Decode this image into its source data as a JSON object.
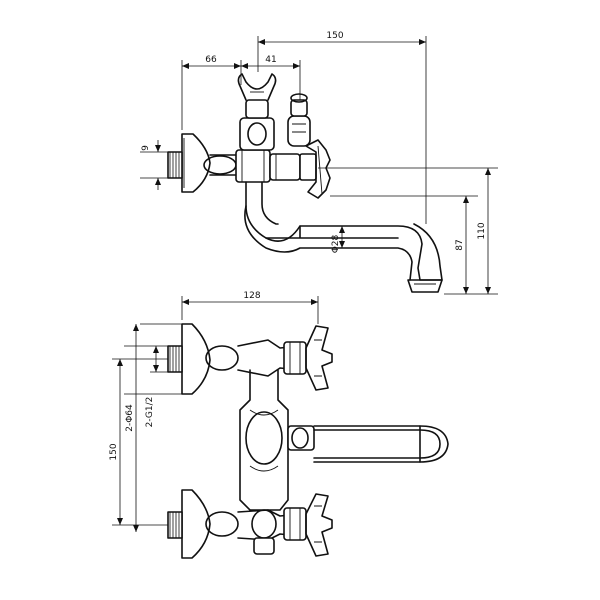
{
  "drawing": {
    "top_view": {
      "dimensions": {
        "overall_reach": "150",
        "inlet_to_body": "66",
        "body_to_valve": "41",
        "inlet_thread": "9",
        "spout_diameter": "Φ28",
        "spout_height": "87",
        "overall_height": "110"
      }
    },
    "front_view": {
      "dimensions": {
        "width": "128",
        "inlet_diameter": "2-Φ64",
        "inlet_thread": "2-G1/2",
        "centers": "150"
      }
    }
  }
}
